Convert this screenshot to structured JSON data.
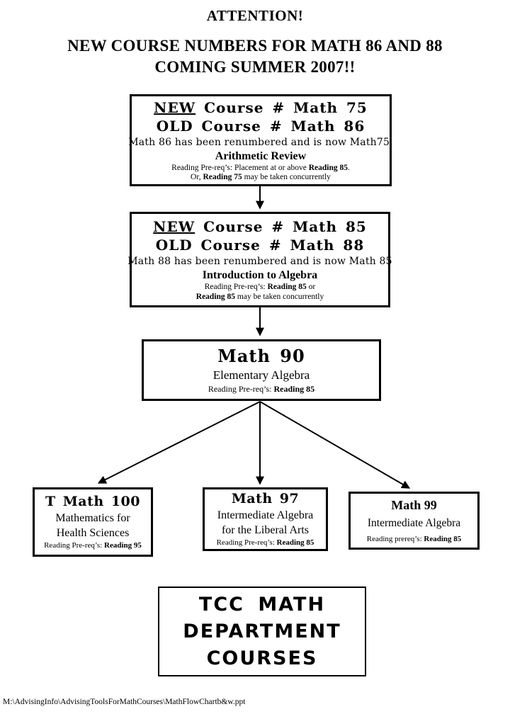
{
  "page": {
    "background": "#ffffff",
    "ink": "#000000"
  },
  "header": {
    "title": "ATTENTION!",
    "subtitle_line1": "NEW COURSE NUMBERS FOR MATH 86 AND 88",
    "subtitle_line2": "COMING SUMMER 2007!!"
  },
  "nodes": {
    "math75": {
      "new_word": "NEW",
      "new_rest": " Course # Math 75",
      "old_line": "OLD Course # Math 86",
      "note": "Math 86 has been renumbered and is now Math75.",
      "course_title": "Arithmetic Review",
      "prereq1": {
        "pre": "Reading Pre-req’s: Placement at or above ",
        "bold": "Reading 85",
        "post": "."
      },
      "prereq2": {
        "pre": "Or, ",
        "bold": "Reading 75",
        "post": " may be taken concurrently"
      }
    },
    "math85": {
      "new_word": "NEW",
      "new_rest": " Course # Math 85",
      "old_line": "OLD Course # Math 88",
      "note": "Math 88 has been renumbered and is now Math 85",
      "course_title": "Introduction to Algebra",
      "prereq1": {
        "pre": "Reading Pre-req’s: ",
        "bold": "Reading 85",
        "post": " or"
      },
      "prereq2": {
        "pre": "",
        "bold": "Reading 85",
        "post": " may be taken concurrently"
      }
    },
    "math90": {
      "heading": "Math 90",
      "subtitle": "Elementary Algebra",
      "prereq": {
        "pre": "Reading Pre-req’s: ",
        "bold": "Reading 85",
        "post": ""
      }
    },
    "tmath100": {
      "heading": "T Math 100",
      "subtitle_line1": "Mathematics for",
      "subtitle_line2": "Health Sciences",
      "prereq": {
        "pre": "Reading Pre-req’s: ",
        "bold": "Reading 95",
        "post": ""
      }
    },
    "math97": {
      "heading": "Math 97",
      "subtitle_line1": "Intermediate Algebra",
      "subtitle_line2": "for the Liberal Arts",
      "prereq": {
        "pre": "Reading Pre-req’s: ",
        "bold": "Reading 85",
        "post": ""
      }
    },
    "math99": {
      "heading": "Math 99",
      "subtitle": "Intermediate Algebra",
      "prereq": {
        "pre": "Reading prereq’s: ",
        "bold": "Reading 85",
        "post": ""
      }
    },
    "tcc": {
      "line1": "TCC  MATH",
      "line2": "DEPARTMENT",
      "line3": "COURSES"
    }
  },
  "footer": {
    "path": "M:\\AdvisingInfo\\AdvisingToolsForMathCourses\\MathFlowChartb&w.ppt"
  }
}
